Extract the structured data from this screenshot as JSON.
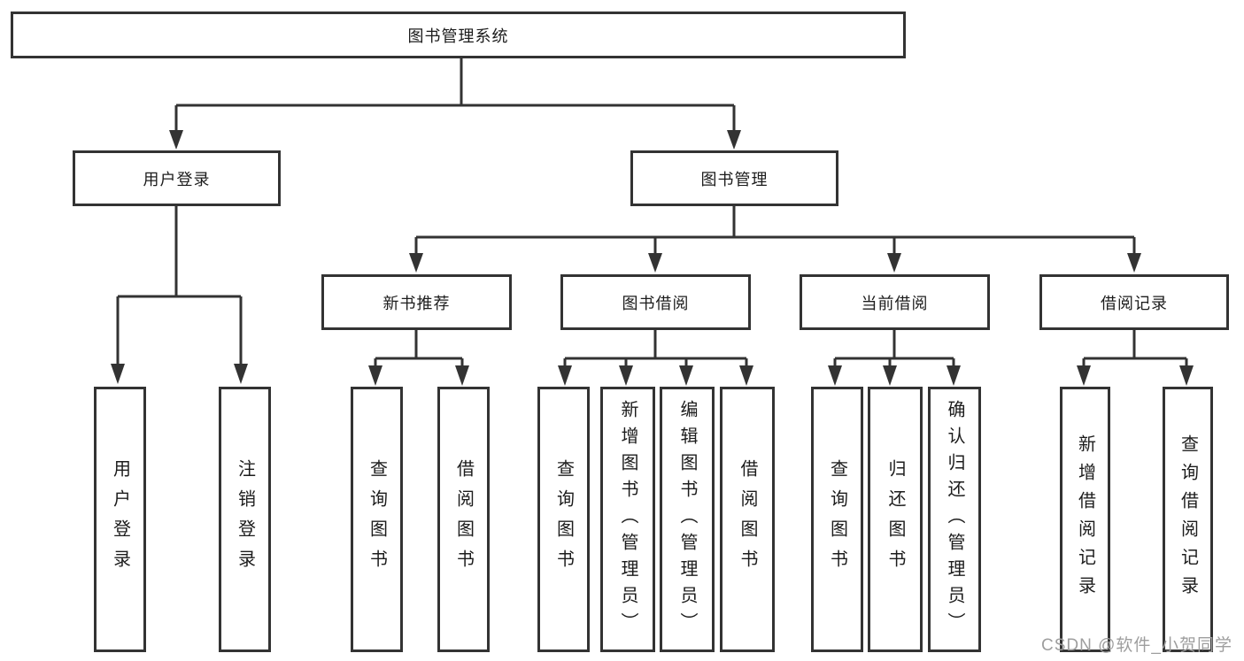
{
  "colors": {
    "line": "#333333",
    "border": "#333333",
    "text": "#1c1c1c",
    "background": "#ffffff",
    "watermark": "#9e9e9e"
  },
  "watermark": {
    "text": "CSDN @软件_小贺同学"
  },
  "tree": {
    "root": "图书管理系统",
    "branches": [
      {
        "label": "用户登录",
        "children": [
          "用户登录",
          "注销登录"
        ]
      },
      {
        "label": "图书管理",
        "sections": [
          {
            "label": "新书推荐",
            "children": [
              "查询图书",
              "借阅图书"
            ]
          },
          {
            "label": "图书借阅",
            "children": [
              "查询图书",
              "新增图书（管理员）",
              "编辑图书（管理员）",
              "借阅图书"
            ]
          },
          {
            "label": "当前借阅",
            "children": [
              "查询图书",
              "归还图书",
              "确认归还（管理员）"
            ]
          },
          {
            "label": "借阅记录",
            "children": [
              "新增借阅记录",
              "查询借阅记录"
            ]
          }
        ]
      }
    ]
  }
}
